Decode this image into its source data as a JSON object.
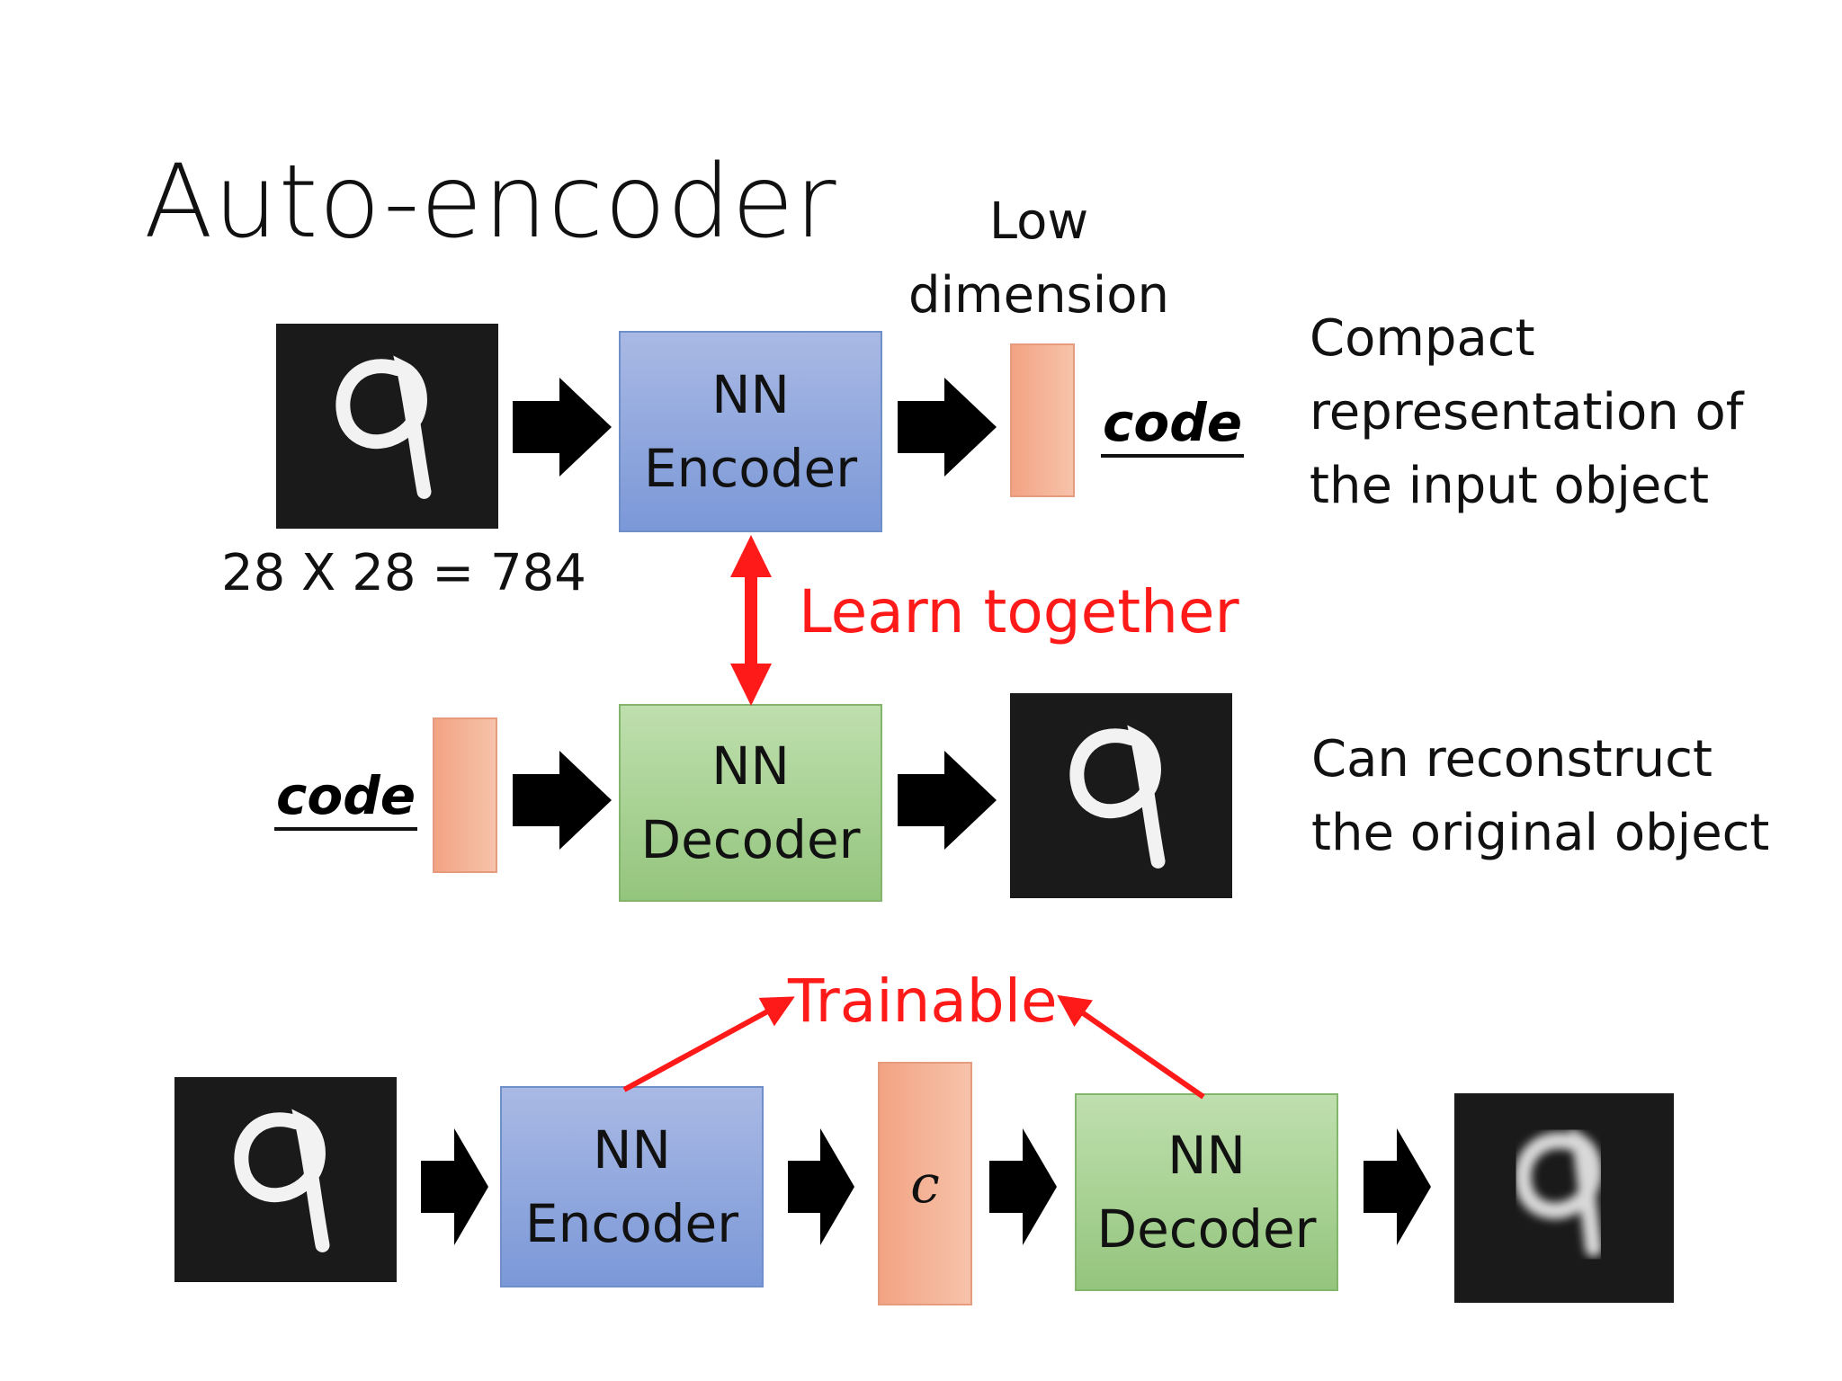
{
  "title": "Auto-encoder",
  "input_size_label": "28 X 28 = 784",
  "low_dimension_label": {
    "line1": "Low",
    "line2": "dimension"
  },
  "code_label": "code",
  "encoder": {
    "line1": "NN",
    "line2": "Encoder"
  },
  "decoder": {
    "line1": "NN",
    "line2": "Decoder"
  },
  "learn_together_label": "Learn together",
  "compact_description": {
    "line1": "Compact",
    "line2": "representation of",
    "line3": "the input object"
  },
  "reconstruct_description": {
    "line1": "Can reconstruct",
    "line2": "the original object"
  },
  "trainable_label": "Trainable",
  "code_symbol": "c",
  "digit_glyph": "9",
  "colors": {
    "encoder": "#8fa8de",
    "decoder": "#a9d394",
    "code": "#f4b093",
    "accent_red": "#ff1a1a",
    "image_background": "#1a1a1a"
  }
}
